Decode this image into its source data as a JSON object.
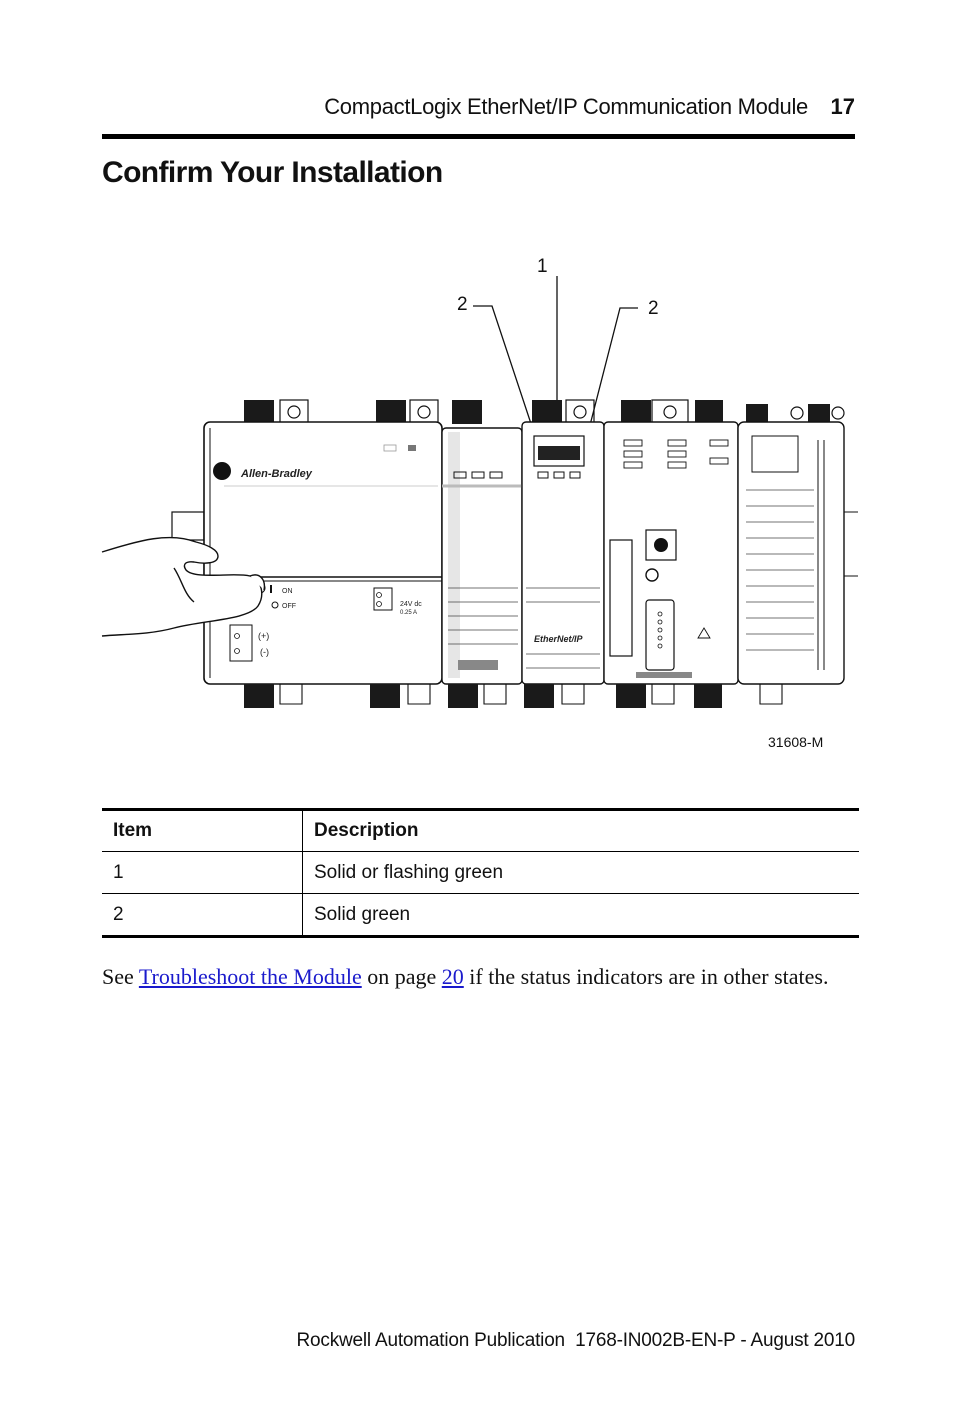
{
  "header": {
    "title": "CompactLogix EtherNet/IP Communication Module",
    "page_number": "17"
  },
  "section": {
    "title": "Confirm Your Installation"
  },
  "figure": {
    "callouts": [
      "1",
      "2",
      "2"
    ],
    "brand": "Allen-Bradley",
    "ethernet_logo": "EtherNet/IP",
    "switch_on": "ON",
    "switch_off": "OFF",
    "voltage": "24V dc",
    "current": "0.25 A",
    "plus": "(+)",
    "minus": "(-)",
    "figure_id": "31608-M"
  },
  "table": {
    "headers": [
      "Item",
      "Description"
    ],
    "rows": [
      {
        "item": "1",
        "description": "Solid or flashing green"
      },
      {
        "item": "2",
        "description": "Solid green"
      }
    ]
  },
  "paragraph": {
    "see": "See ",
    "link1": "Troubleshoot the Module",
    "middle": " on page ",
    "link2": "20",
    "end": " if the status indicators are in other states."
  },
  "footer": {
    "publisher": "Rockwell Automation Publication",
    "publication": "1768-IN002B-EN-P - August 2010"
  }
}
